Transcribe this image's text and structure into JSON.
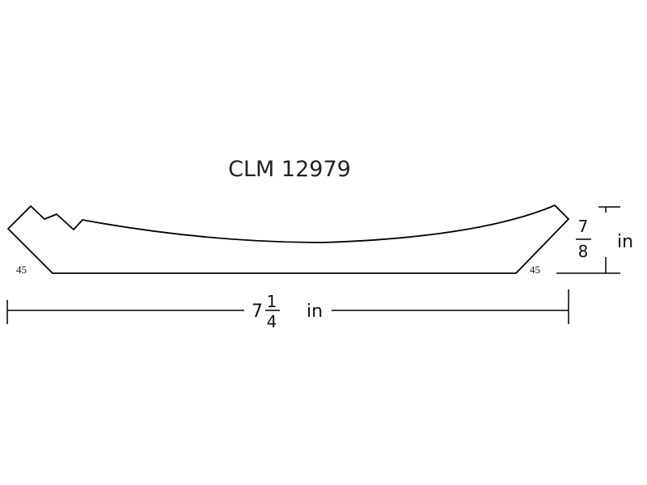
{
  "drawing": {
    "title": "CLM 12979",
    "angle_left": "45",
    "angle_right": "45",
    "width_dimension": {
      "whole": "7",
      "numerator": "1",
      "denominator": "4",
      "unit": "in"
    },
    "height_dimension": {
      "numerator": "7",
      "denominator": "8",
      "unit": "in"
    },
    "line_color": "#000000"
  }
}
